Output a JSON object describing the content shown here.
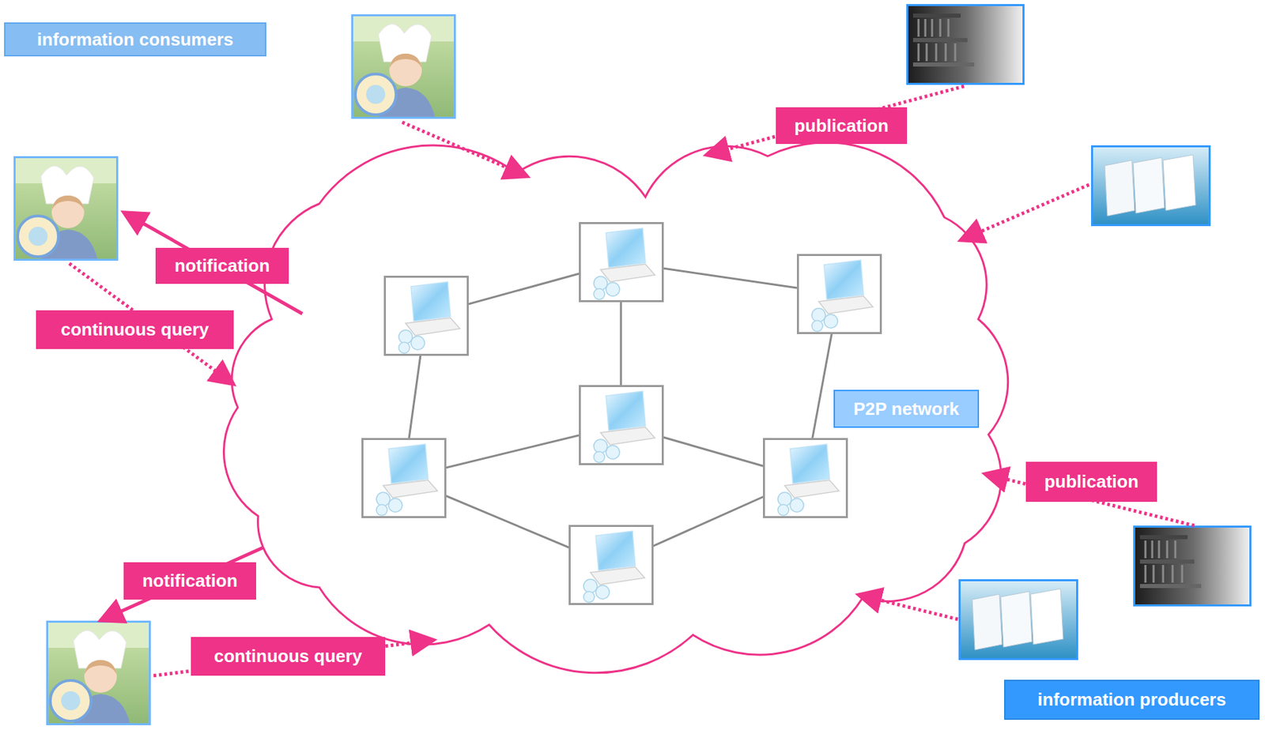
{
  "diagram": {
    "nodes": [
      {
        "text": [
          "information consumers"
        ]
      },
      {
        "text": [
          "publication"
        ]
      },
      {
        "text": [
          "notification"
        ]
      },
      {
        "text": [
          "continuous query"
        ]
      },
      {
        "text": [
          "P2P network"
        ]
      },
      {
        "text": [
          "publication"
        ]
      },
      {
        "text": [
          "notification"
        ]
      },
      {
        "text": [
          "continuous query"
        ]
      },
      {
        "text": [
          "information producers"
        ]
      }
    ]
  }
}
